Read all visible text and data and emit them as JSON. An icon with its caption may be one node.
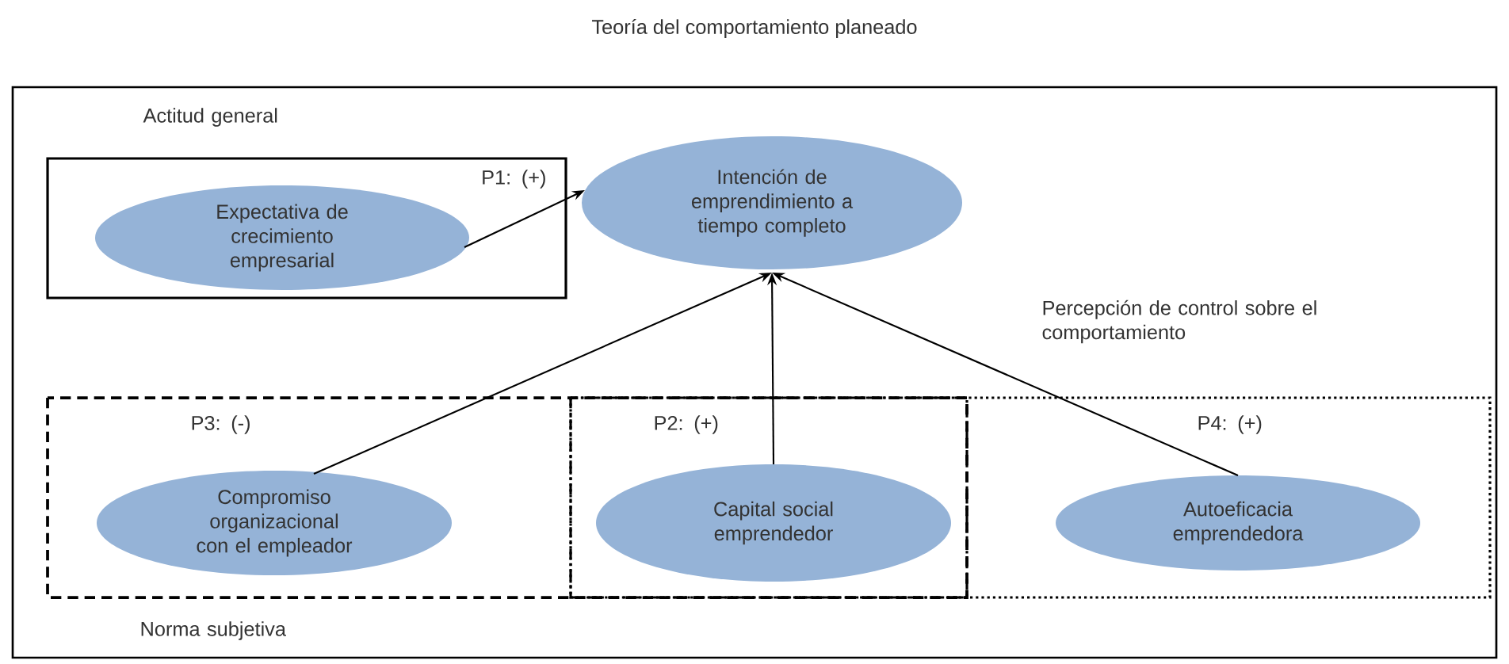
{
  "diagram": {
    "title": "Teoría del comportamiento planeado",
    "nodes": [
      {
        "text": [
          "Actitud general",
          "P1: (+)"
        ]
      },
      {
        "text": [
          "Expectativa de crecimiento empresarial"
        ],
        "in": 0
      },
      {
        "text": [
          "Intención de emprendimiento a tiempo completo"
        ]
      },
      {
        "text": [
          "P3: (-)",
          "Norma subjetiva"
        ]
      },
      {
        "text": [
          "P2: (+)"
        ]
      },
      {
        "text": [
          "Percepción de control sobre el comportamiento",
          "P4: (+)"
        ]
      },
      {
        "text": [
          "Compromiso organizacional con el empleador"
        ],
        "in": 3
      },
      {
        "text": [
          "Capital social emprendedor"
        ],
        "in": 4
      },
      {
        "text": [
          "Autoeficacia emprendedora"
        ],
        "in": 5
      }
    ],
    "edges": [
      {
        "from": 1,
        "to": 2,
        "arrow": "to"
      },
      {
        "from": 6,
        "to": 2,
        "arrow": "to"
      },
      {
        "from": 7,
        "to": 2,
        "arrow": "to"
      },
      {
        "from": 8,
        "to": 2,
        "arrow": "to"
      }
    ]
  }
}
